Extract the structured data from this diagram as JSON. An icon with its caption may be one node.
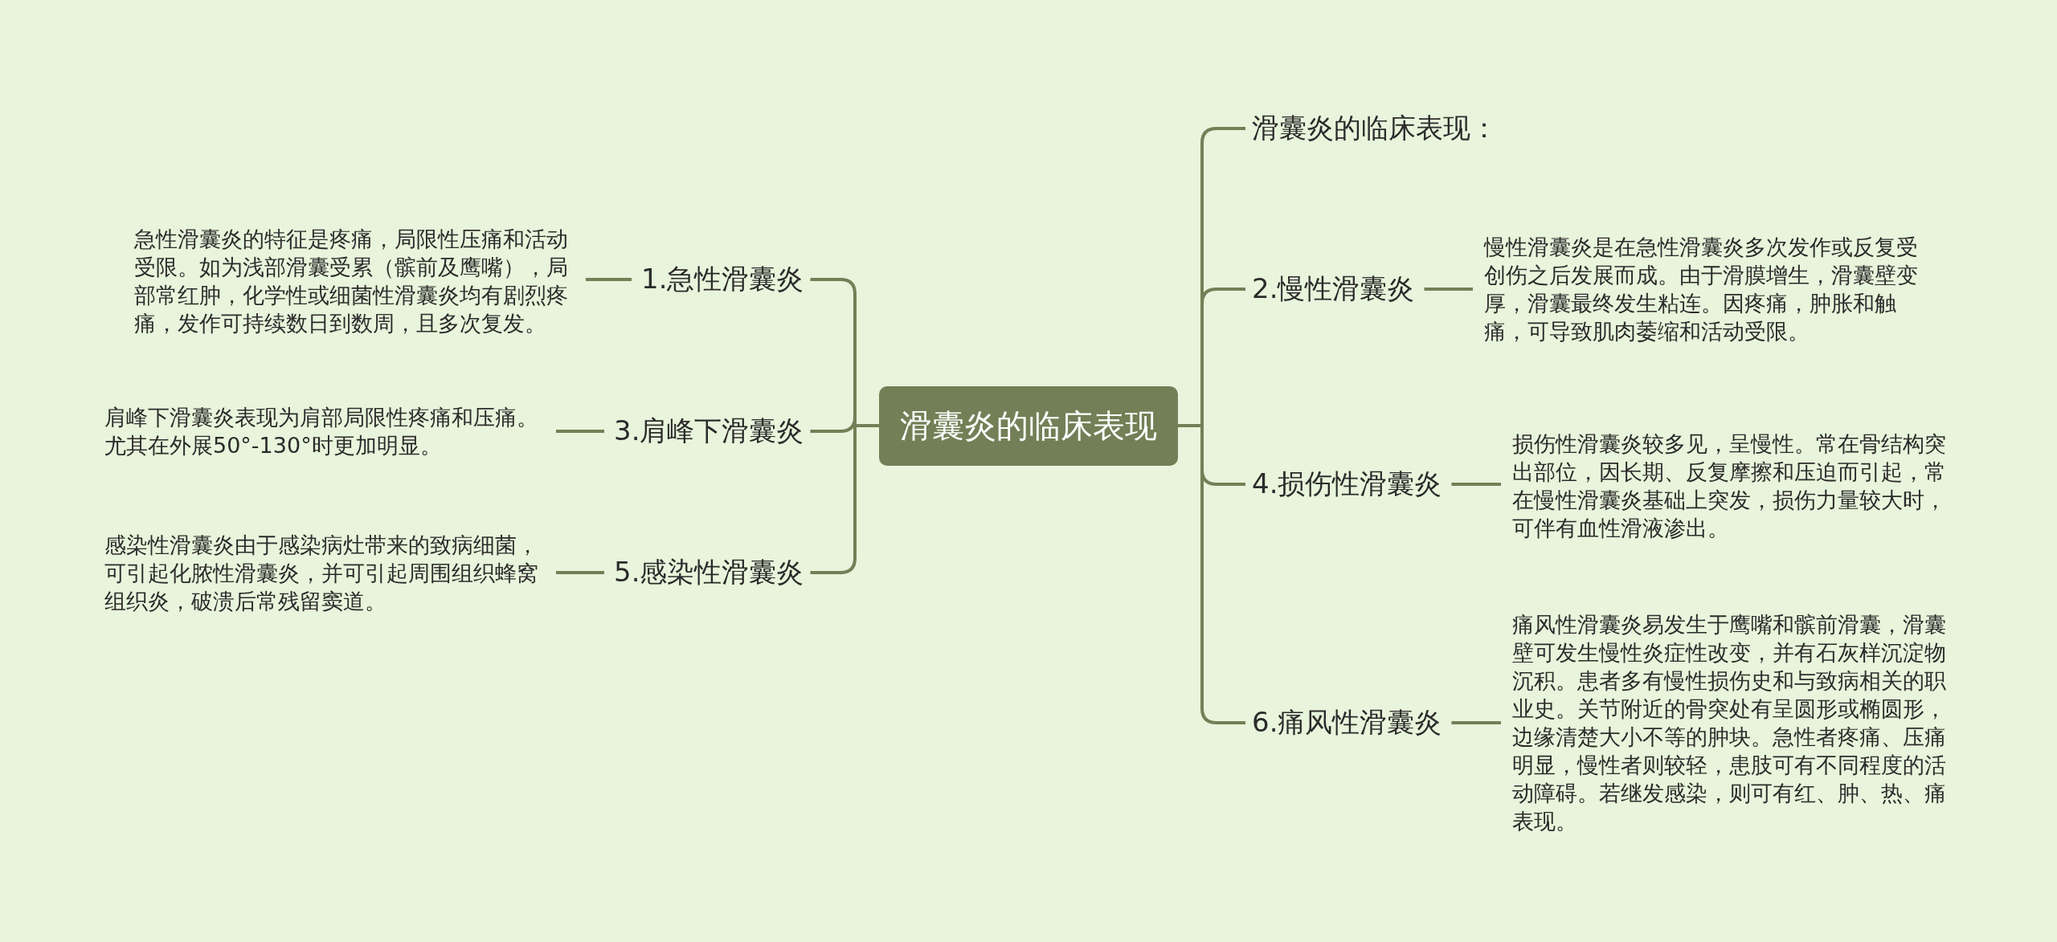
{
  "diagram": {
    "nodes": [
      {
        "text": [
          "滑囊炎的临床表现"
        ]
      },
      {
        "text": [
          "1.急性滑囊炎"
        ]
      },
      {
        "text": [
          "急性滑囊炎的特征是疼痛，局限性压痛和活动受限。如为浅部滑囊受累（髌前及鹰嘴），局部常红肿，化学性或细菌性滑囊炎均有剧烈疼痛，发作可持续数日到数周，且多次复发。"
        ]
      },
      {
        "text": [
          "3.肩峰下滑囊炎"
        ]
      },
      {
        "text": [
          "肩峰下滑囊炎表现为肩部局限性疼痛和压痛。尤其在外展50°-130°时更加明显。"
        ]
      },
      {
        "text": [
          "5.感染性滑囊炎"
        ]
      },
      {
        "text": [
          "感染性滑囊炎由于感染病灶带来的致病细菌，可引起化脓性滑囊炎，并可引起周围组织蜂窝组织炎，破溃后常残留窦道。"
        ]
      },
      {
        "text": [
          "滑囊炎的临床表现："
        ]
      },
      {
        "text": [
          "2.慢性滑囊炎"
        ]
      },
      {
        "text": [
          "慢性滑囊炎是在急性滑囊炎多次发作或反复受创伤之后发展而成。由于滑膜增生，滑囊壁变厚，滑囊最终发生粘连。因疼痛，肿胀和触痛，可导致肌肉萎缩和活动受限。"
        ]
      },
      {
        "text": [
          "4.损伤性滑囊炎"
        ]
      },
      {
        "text": [
          "损伤性滑囊炎较多见，呈慢性。常在骨结构突出部位，因长期、反复摩擦和压迫而引起，常在慢性滑囊炎基础上突发，损伤力量较大时，可伴有血性滑液渗出。"
        ]
      },
      {
        "text": [
          "6.痛风性滑囊炎"
        ]
      },
      {
        "text": [
          "痛风性滑囊炎易发生于鹰嘴和髌前滑囊，滑囊壁可发生慢性炎症性改变，并有石灰样沉淀物沉积。患者多有慢性损伤史和与致病相关的职业史。关节附近的骨突处有呈圆形或椭圆形，边缘清楚大小不等的肿块。急性者疼痛、压痛明显，慢性者则较轻，患肢可有不同程度的活动障碍。若继发感染，则可有红、肿、热、痛表现。"
        ]
      }
    ],
    "edges": [
      {
        "from": 0,
        "to": 1,
        "arrow": "none"
      },
      {
        "from": 0,
        "to": 3,
        "arrow": "none"
      },
      {
        "from": 0,
        "to": 5,
        "arrow": "none"
      },
      {
        "from": 0,
        "to": 7,
        "arrow": "none"
      },
      {
        "from": 0,
        "to": 8,
        "arrow": "none"
      },
      {
        "from": 0,
        "to": 10,
        "arrow": "none"
      },
      {
        "from": 0,
        "to": 12,
        "arrow": "none"
      },
      {
        "from": 1,
        "to": 2,
        "arrow": "none"
      },
      {
        "from": 3,
        "to": 4,
        "arrow": "none"
      },
      {
        "from": 5,
        "to": 6,
        "arrow": "none"
      },
      {
        "from": 8,
        "to": 9,
        "arrow": "none"
      },
      {
        "from": 10,
        "to": 11,
        "arrow": "none"
      },
      {
        "from": 12,
        "to": 13,
        "arrow": "none"
      }
    ]
  }
}
